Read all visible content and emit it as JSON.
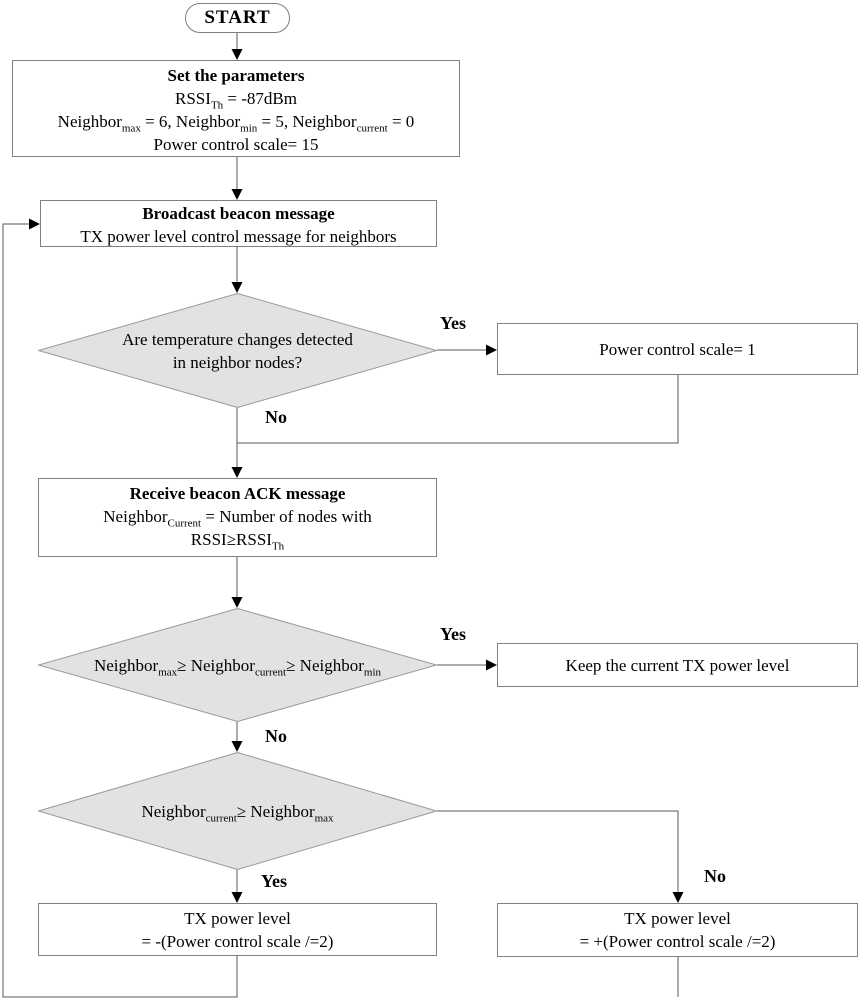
{
  "colors": {
    "background": "#ffffff",
    "box_border": "#7f7f7f",
    "diamond_fill": "#e2e2e2",
    "diamond_border": "#999999",
    "connector_line": "#5a5a5a",
    "arrowhead": "#000000",
    "text": "#000000"
  },
  "nodes": {
    "start": {
      "label": "START"
    },
    "set_params": {
      "title": "Set the parameters",
      "lines": [
        "RSSI~Th~ = -87dBm",
        "Neighbor~max~ = 6, Neighbor~min~ = 5, Neighbor~current~ = 0",
        "Power control scale= 15"
      ]
    },
    "broadcast": {
      "title": "Broadcast beacon message",
      "lines": [
        "TX power level control message for neighbors"
      ]
    },
    "decision_temp": {
      "lines": [
        "Are temperature changes detected",
        "in neighbor nodes?"
      ]
    },
    "power_scale_one": {
      "label": "Power control scale= 1"
    },
    "receive": {
      "title": "Receive beacon ACK message",
      "lines": [
        "Neighbor~Current~ = Number of nodes with",
        "RSSI≥RSSI~Th~"
      ]
    },
    "decision_range": {
      "lines": [
        "Neighbor~max~≥ Neighbor~current~≥ Neighbor~min~"
      ]
    },
    "keep_power": {
      "label": "Keep the current TX power level"
    },
    "decision_max": {
      "lines": [
        "Neighbor~current~≥ Neighbor~max~"
      ]
    },
    "tx_decrease": {
      "lines": [
        "TX power level",
        "= -(Power control scale /=2)"
      ]
    },
    "tx_increase": {
      "lines": [
        "TX power level",
        "= +(Power control scale /=2)"
      ]
    }
  },
  "edge_labels": {
    "d1_yes": "Yes",
    "d1_no": "No",
    "d2_yes": "Yes",
    "d2_no": "No",
    "d3_yes": "Yes",
    "d3_no": "No"
  }
}
